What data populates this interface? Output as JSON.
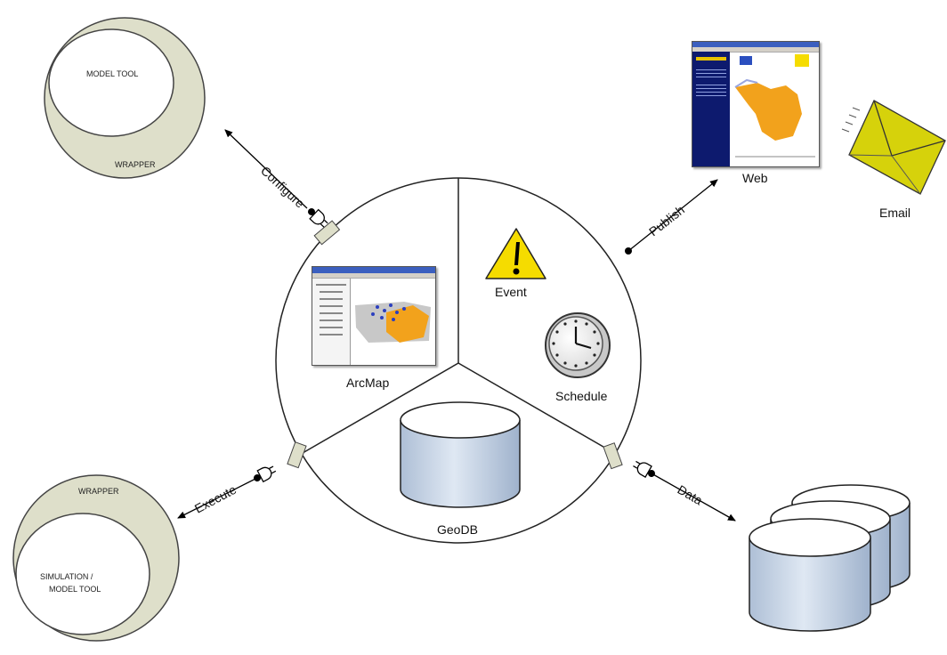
{
  "colors": {
    "bracket_fill": "#dedfca",
    "db_fill": "#d9e3ef",
    "map_orange": "#f2a21c",
    "warning_yellow": "#f5dc00",
    "envelope_fill": "#d6d20b",
    "web_sidebar": "#0d1a6e"
  },
  "center": {
    "arcmap_label": "ArcMap",
    "event_label": "Event",
    "schedule_label": "Schedule",
    "geodb_label": "GeoDB"
  },
  "left_top": {
    "inner_label": "MODEL TOOL",
    "outer_label": "WRAPPER",
    "connector_label": "Configure"
  },
  "left_bottom": {
    "outer_label": "WRAPPER",
    "inner_label_line1": "SIMULATION /",
    "inner_label_line2": "MODEL TOOL",
    "connector_label": "Execute"
  },
  "right_top": {
    "connector_label": "Publish",
    "web_label": "Web",
    "email_label": "Email"
  },
  "right_bottom": {
    "connector_label": "Data"
  },
  "icons": [
    "warning-icon",
    "clock-icon",
    "database-icon",
    "envelope-icon",
    "plug-icon",
    "socket-icon",
    "arrow-icon"
  ]
}
